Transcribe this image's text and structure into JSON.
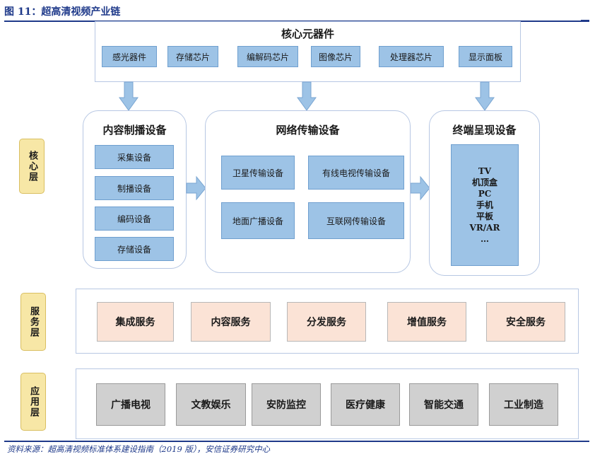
{
  "figure": {
    "title": "图 11：超高清视频产业链",
    "source": "资料来源：超高清视频标准体系建设指南（2019 版），安信证券研究中心"
  },
  "core_components": {
    "title": "核心元器件",
    "items": [
      "感光器件",
      "存储芯片",
      "编解码芯片",
      "图像芯片",
      "处理器芯片",
      "显示面板"
    ]
  },
  "layers": {
    "core": "核心层",
    "service": "服务层",
    "application": "应用层"
  },
  "content_production": {
    "title": "内容制播设备",
    "items": [
      "采集设备",
      "制播设备",
      "编码设备",
      "存储设备"
    ]
  },
  "network": {
    "title": "网络传输设备",
    "items": [
      "卫星传输设备",
      "有线电视传输设备",
      "地面广播设备",
      "互联网传输设备"
    ]
  },
  "terminal": {
    "title": "终端呈现设备",
    "items": [
      "TV",
      "机顶盒",
      "PC",
      "手机",
      "平板",
      "VR/AR",
      "…"
    ]
  },
  "services": [
    "集成服务",
    "内容服务",
    "分发服务",
    "增值服务",
    "安全服务"
  ],
  "applications": [
    "广播电视",
    "文教娱乐",
    "安防监控",
    "医疗健康",
    "智能交通",
    "工业制造"
  ],
  "colors": {
    "accent": "#1f3a8a",
    "component_box": "#9dc3e6",
    "arrow": "#9dc3e6",
    "layer_label": "#f7e7a6",
    "service_box": "#fbe3d6",
    "application_box": "#d0d0d0"
  }
}
